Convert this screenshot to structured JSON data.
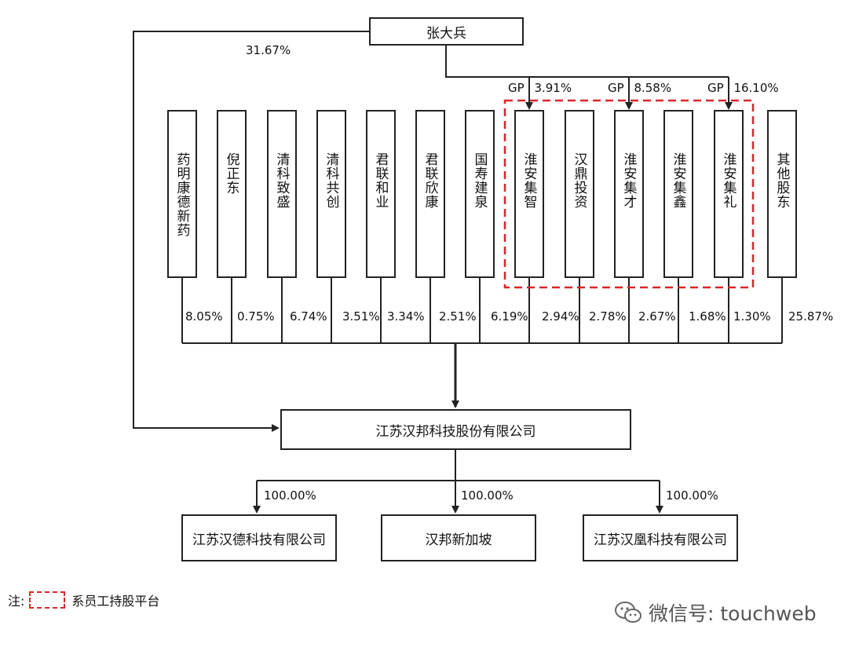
{
  "top_shareholder": "张大兵",
  "direct_stake": "31.67%",
  "gp_labels": [
    {
      "gp": "GP",
      "pct": "3.91%"
    },
    {
      "gp": "GP",
      "pct": "8.58%"
    },
    {
      "gp": "GP",
      "pct": "16.10%"
    }
  ],
  "shareholders": [
    {
      "name": "药明康德新药",
      "pct": "8.05%"
    },
    {
      "name": "倪正东",
      "pct": "0.75%"
    },
    {
      "name": "清科致盛",
      "pct": "6.74%"
    },
    {
      "name": "清科共创",
      "pct": "3.51%"
    },
    {
      "name": "君联和业",
      "pct": "3.34%"
    },
    {
      "name": "君联欣康",
      "pct": "2.51%"
    },
    {
      "name": "国寿建泉",
      "pct": "6.19%"
    },
    {
      "name": "淮安集智",
      "pct": "2.94%"
    },
    {
      "name": "汉鼎投资",
      "pct": "2.78%"
    },
    {
      "name": "淮安集才",
      "pct": "2.67%"
    },
    {
      "name": "淮安集鑫",
      "pct": "1.68%"
    },
    {
      "name": "淮安集礼",
      "pct": "1.30%"
    },
    {
      "name": "其他股东",
      "pct": "25.87%"
    }
  ],
  "company": "江苏汉邦科技股份有限公司",
  "subsidiaries": [
    {
      "name": "江苏汉德科技有限公司",
      "pct": "100.00%"
    },
    {
      "name": "汉邦新加坡",
      "pct": "100.00%"
    },
    {
      "name": "江苏汉凰科技有限公司",
      "pct": "100.00%"
    }
  ],
  "note": {
    "prefix": "注:",
    "legend": "系员工持股平台"
  },
  "watermark": {
    "text": "微信号: touchweb",
    "icon": "wechat-icon"
  },
  "colors": {
    "line": "#222222",
    "dashed_border": "#d9262b"
  }
}
